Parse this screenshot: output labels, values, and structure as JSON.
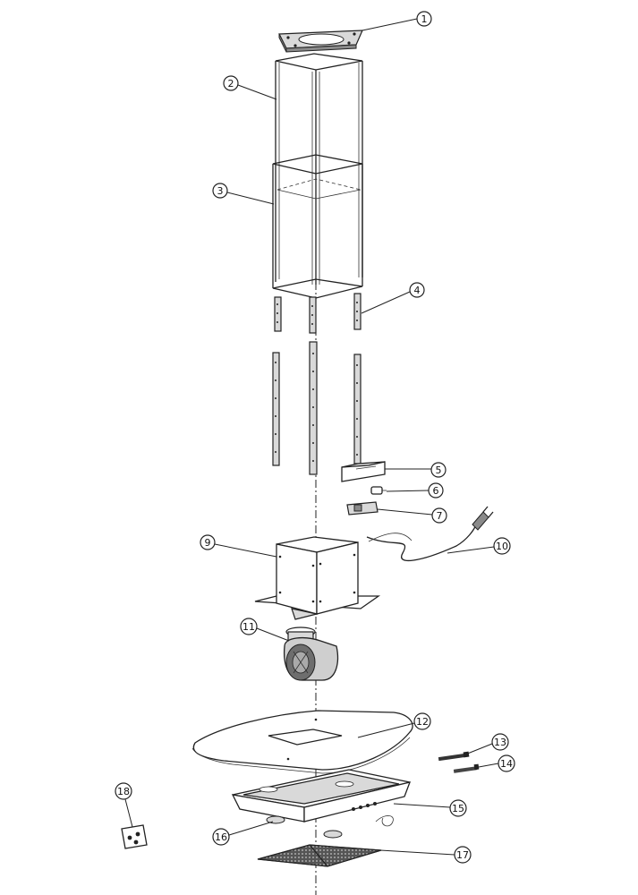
{
  "callouts": [
    {
      "label": "1"
    },
    {
      "label": "2"
    },
    {
      "label": "3"
    },
    {
      "label": "4"
    },
    {
      "label": "5"
    },
    {
      "label": "6"
    },
    {
      "label": "7"
    },
    {
      "label": "9"
    },
    {
      "label": "10"
    },
    {
      "label": "11"
    },
    {
      "label": "12"
    },
    {
      "label": "13"
    },
    {
      "label": "14"
    },
    {
      "label": "15"
    },
    {
      "label": "16"
    },
    {
      "label": "17"
    },
    {
      "label": "18"
    }
  ]
}
